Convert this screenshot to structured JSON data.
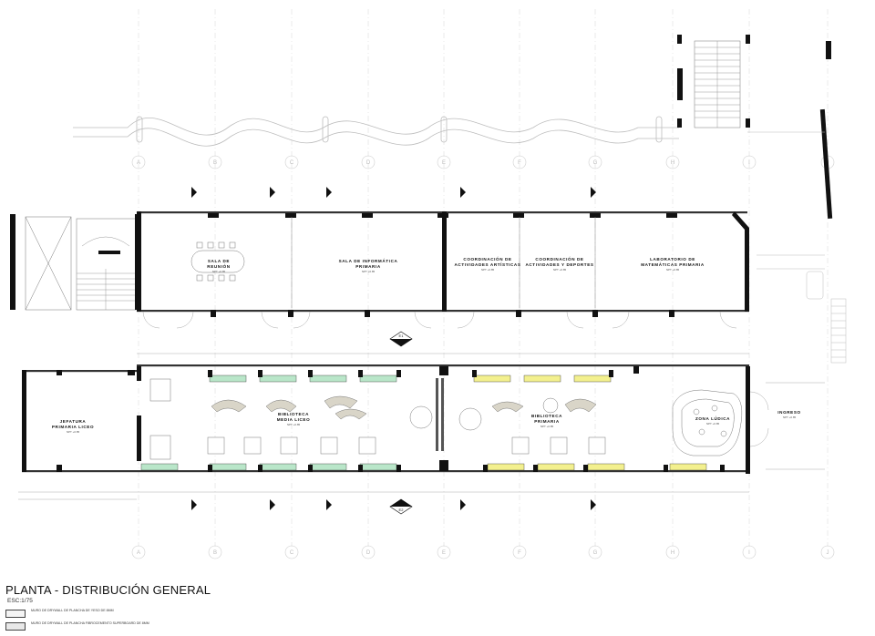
{
  "drawing": {
    "title": "PLANTA - DISTRIBUCIÓN GENERAL",
    "scale": "ESC:1/75"
  },
  "legend": [
    {
      "text": "MURO DE DRYWALL DE PLANCHA DE YESO DE 8mm",
      "swatch_color": "#f4f4f4"
    },
    {
      "text": "MURO DE DRYWALL DE PLANCHA FIBROCEMENTO SUPERBOARD DE 8mm",
      "swatch_color": "#e8e8e8"
    }
  ],
  "axes": [
    "A",
    "B",
    "C",
    "D",
    "E",
    "F",
    "G",
    "H",
    "I",
    "J"
  ],
  "sections": {
    "e1": "E1",
    "e2": "E2"
  },
  "rooms": {
    "sala_reunion": {
      "line1": "SALA DE",
      "line2": "REUNIÓN",
      "level": "NPT +0.85"
    },
    "sala_informatica": {
      "line1": "SALA DE INFORMÁTICA",
      "line2": "PRIMARIA",
      "level": "NPT +0.85"
    },
    "coord_artisticas": {
      "line1": "COORDINACIÓN DE",
      "line2": "ACTIVIDADES ARTÍSTICAS",
      "level": "NPT +0.85"
    },
    "coord_deportes": {
      "line1": "COORDINACIÓN DE",
      "line2": "ACTIVIDADES Y DEPORTES",
      "level": "NPT +0.85"
    },
    "lab_matematicas": {
      "line1": "LABORATORIO DE",
      "line2": "MATEMÁTICAS PRIMARIA",
      "level": "NPT +0.85"
    },
    "jefatura": {
      "line1": "JEFATURA",
      "line2": "PRIMARIA LICEO",
      "level": "NPT +0.85"
    },
    "biblioteca_liceo": {
      "line1": "BIBLIOTECA",
      "line2": "MEDIA LICEO",
      "level": "NPT +0.85"
    },
    "biblioteca_primaria": {
      "line1": "BIBLIOTECA",
      "line2": "PRIMARIA",
      "level": "NPT +0.85"
    },
    "zona_ludica": {
      "line1": "ZONA LÚDICA",
      "level": "NPT +0.85"
    },
    "ingreso": {
      "line1": "INGRESO",
      "level": "NPT +0.85"
    }
  },
  "colors": {
    "wall": "#111111",
    "grid": "#cfcfcf",
    "shelf_green": "#b9e6c9",
    "shelf_yellow": "#f3f08e",
    "furniture": "#d9d5c8"
  }
}
